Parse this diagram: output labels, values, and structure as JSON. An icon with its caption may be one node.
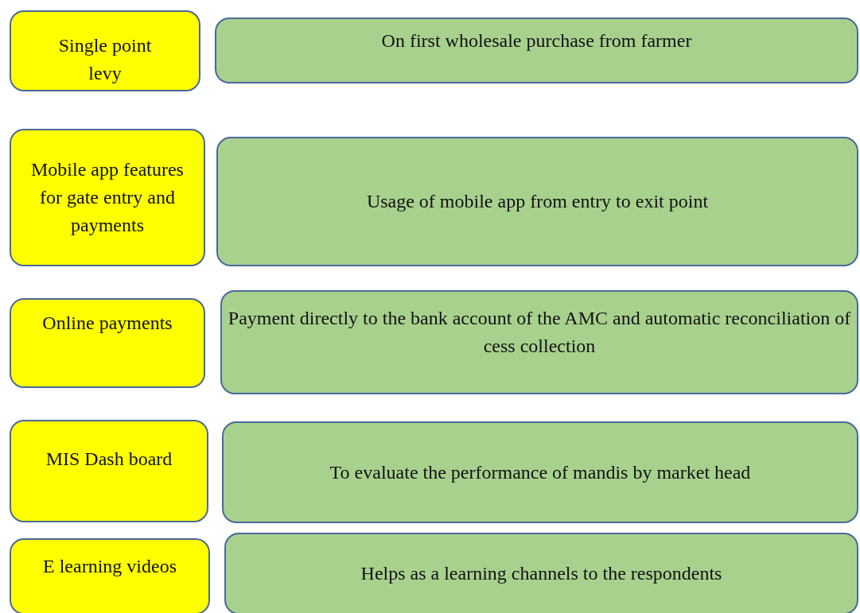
{
  "diagram": {
    "nodes": [
      {
        "text": [
          "Single point levy"
        ]
      },
      {
        "text": [
          "On first wholesale purchase from farmer"
        ]
      },
      {
        "text": [
          "Mobile app features for gate entry and payments"
        ]
      },
      {
        "text": [
          "Usage of mobile app from entry to exit point"
        ]
      },
      {
        "text": [
          "Online payments"
        ]
      },
      {
        "text": [
          "Payment directly to the bank account of the AMC and automatic reconciliation of cess collection"
        ]
      },
      {
        "text": [
          "MIS Dash board"
        ]
      },
      {
        "text": [
          "To evaluate the performance of mandis by market head"
        ]
      },
      {
        "text": [
          "E learning videos"
        ]
      },
      {
        "text": [
          "Helps as a learning channels to the respondents"
        ]
      }
    ]
  }
}
